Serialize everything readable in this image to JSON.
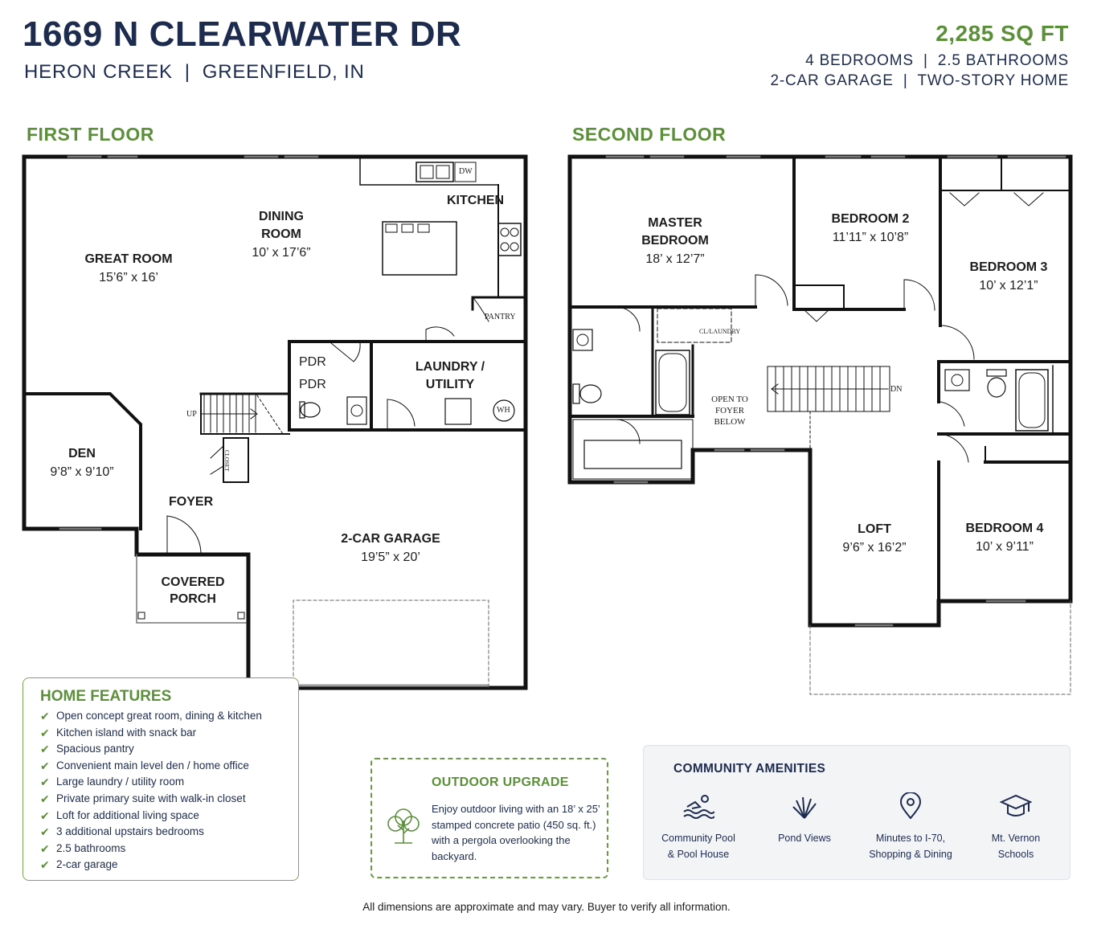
{
  "header": {
    "address": "1669 N CLEARWATER DR",
    "location": "HERON CREEK  |  GREENFIELD, IN",
    "sqft": "2,285 SQ FT",
    "spec_line1": "4 BEDROOMS  |  2.5 BATHROOMS",
    "spec_line2": "2-CAR GARAGE  |  TWO-STORY HOME"
  },
  "first_floor": {
    "label": "FIRST FLOOR",
    "rooms": {
      "great_room": {
        "name": "GREAT ROOM",
        "dim": "15’6” x 16’"
      },
      "dining_line1": "DINING",
      "dining_line2": "ROOM",
      "dining_dim": "10’ x 17’6”",
      "kitchen": "KITCHEN",
      "pantry": "PANTRY",
      "dw": "DW",
      "pdr1": "PDR",
      "pdr2": "PDR",
      "laundry_line1": "LAUNDRY /",
      "laundry_line2": "UTILITY",
      "wh": "WH",
      "den": {
        "name": "DEN",
        "dim": "9’8” x 9’10”"
      },
      "foyer": "FOYER",
      "up": "UP",
      "closet": "CLOSET",
      "porch_line1": "COVERED",
      "porch_line2": "PORCH",
      "garage": {
        "name": "2-CAR GARAGE",
        "dim": "19’5” x 20’"
      }
    }
  },
  "second_floor": {
    "label": "SECOND FLOOR",
    "rooms": {
      "master_line1": "MASTER",
      "master_line2": "BEDROOM",
      "master_dim": "18’ x 12’7”",
      "bed2": {
        "name": "BEDROOM 2",
        "dim": "11’11” x 10’8”"
      },
      "bed3": {
        "name": "BEDROOM 3",
        "dim": "10’ x 12’1”"
      },
      "bed4": {
        "name": "BEDROOM 4",
        "dim": "10’ x 9’11”"
      },
      "loft": {
        "name": "LOFT",
        "dim": "9’6” x 16’2”"
      },
      "open_line1": "OPEN TO",
      "open_line2": "FOYER",
      "open_line3": "BELOW",
      "dn": "DN",
      "closet": "CL/LAUNDRY"
    }
  },
  "features": {
    "title": "HOME FEATURES",
    "items": [
      "Open concept great room, dining & kitchen",
      "Kitchen island with snack bar",
      "Spacious pantry",
      "Convenient main level den / home office",
      "Large laundry / utility room",
      "Private primary suite with walk-in closet",
      "Loft for additional living space",
      "3 additional upstairs bedrooms",
      "2.5 bathrooms",
      "2-car garage"
    ]
  },
  "outdoor": {
    "title": "OUTDOOR UPGRADE",
    "text": "Enjoy outdoor living with an 18’ x 25’ stamped concrete patio (450 sq. ft.) with a pergola overlooking the backyard."
  },
  "amenities": {
    "title": "COMMUNITY AMENITIES",
    "items": [
      {
        "icon": "pool-icon",
        "line1": "Community Pool",
        "line2": "& Pool House"
      },
      {
        "icon": "grass-icon",
        "line1": "Pond Views",
        "line2": ""
      },
      {
        "icon": "location-pin-icon",
        "line1": "Minutes to I-70,",
        "line2": "Shopping & Dining"
      },
      {
        "icon": "graduation-cap-icon",
        "line1": "Mt. Vernon",
        "line2": "Schools"
      }
    ]
  },
  "footer": "All dimensions are approximate and may vary. Buyer to verify all information.",
  "colors": {
    "navy": "#1d2b4f",
    "green": "#5c8f3a"
  }
}
